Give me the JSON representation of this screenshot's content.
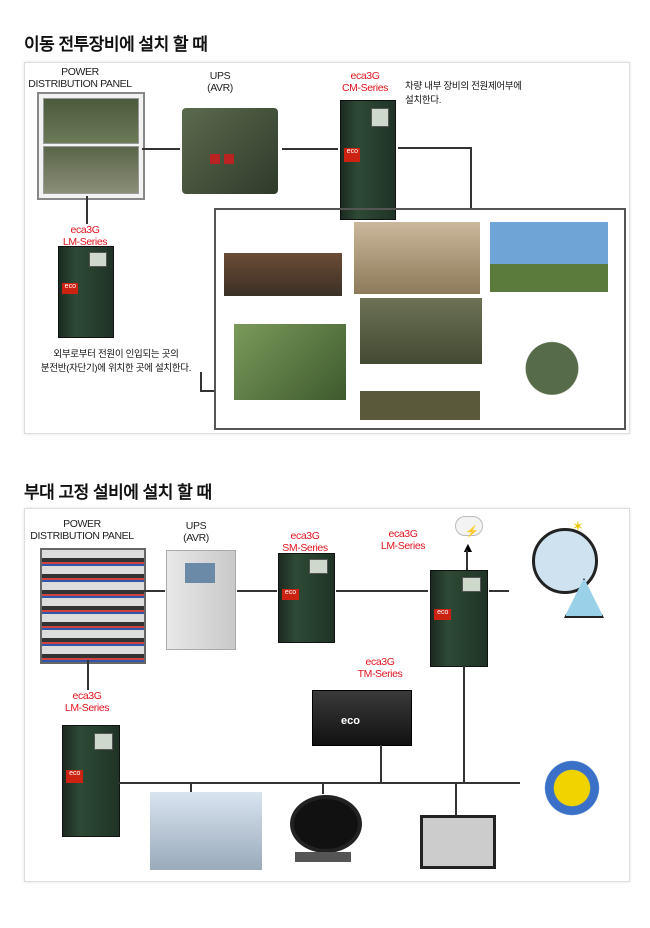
{
  "section1": {
    "title": "이동 전투장비에 설치 할 때",
    "pdp_label": [
      "POWER",
      "DISTRIBUTION PANEL"
    ],
    "ups_label": [
      "UPS",
      "(AVR)"
    ],
    "cm_label": [
      "eca3G",
      "CM-Series"
    ],
    "cm_note": [
      "차량 내부 장비의 전원제어부에",
      "설치한다."
    ],
    "lm_label": [
      "eca3G",
      "LM-Series"
    ],
    "lm_note": [
      "외부로부터 전원이 인입되는 곳의",
      "분전반(자단기)에 위치한 곳에 설치한다."
    ]
  },
  "section2": {
    "title": "부대 고정 설비에 설치 할 때",
    "pdp_label": [
      "POWER",
      "DISTRIBUTION PANEL"
    ],
    "ups_label": [
      "UPS",
      "(AVR)"
    ],
    "sm_label": [
      "eca3G",
      "SM-Series"
    ],
    "lm_label": [
      "eca3G",
      "LM-Series"
    ],
    "tm_label": [
      "eca3G",
      "TM-Series"
    ],
    "lm2_label": [
      "eca3G",
      "LM-Series"
    ],
    "device_logo": "eco"
  },
  "colors": {
    "accent": "#e0141e",
    "line": "#333333"
  }
}
